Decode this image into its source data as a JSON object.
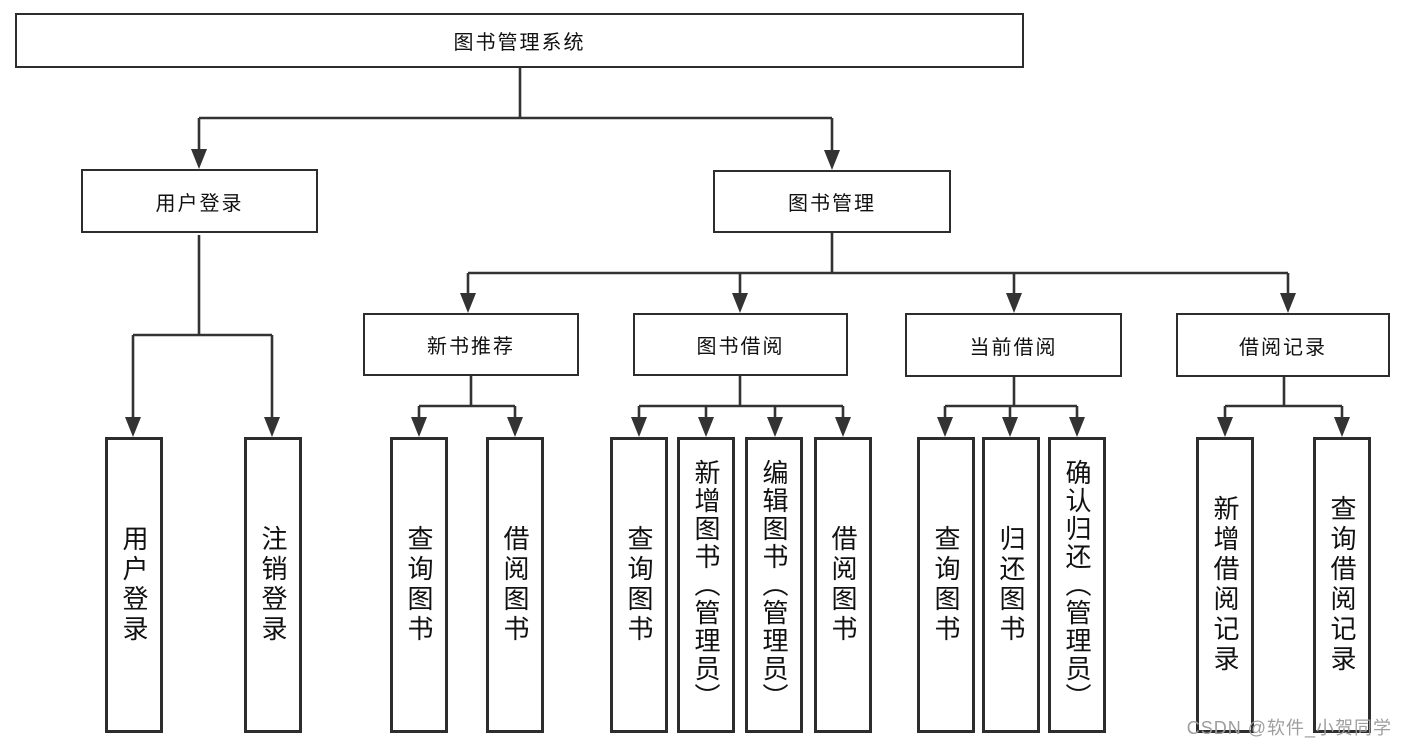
{
  "diagram_type": "hierarchy-chart",
  "colors": {
    "line": "#333333",
    "box_border": "#2d2d2d",
    "text": "#111111",
    "watermark_text": "#9e9e9e",
    "background": "#ffffff"
  },
  "nodes": {
    "root": {
      "label": "图书管理系统"
    },
    "user_login": {
      "label": "用户登录"
    },
    "book_management": {
      "label": "图书管理"
    },
    "new_book_recommendation": {
      "label": "新书推荐"
    },
    "book_borrowing": {
      "label": "图书借阅"
    },
    "current_borrowing": {
      "label": "当前借阅"
    },
    "borrowing_records": {
      "label": "借阅记录"
    },
    "leaves": {
      "login": "用户登录",
      "logout": "注销登录",
      "recommend_query_books": "查询图书",
      "recommend_borrow_books": "借阅图书",
      "borrowing_query_books": "查询图书",
      "borrowing_add_books_admin": "新增图书（管理员）",
      "borrowing_edit_books_admin": "编辑图书（管理员）",
      "borrowing_borrow_books": "借阅图书",
      "current_query_books": "查询图书",
      "current_return_books": "归还图书",
      "current_confirm_return_admin": "确认归还（管理员）",
      "records_add_record": "新增借阅记录",
      "records_query_record": "查询借阅记录"
    }
  },
  "watermark": {
    "text": "CSDN @软件_小贺同学"
  }
}
